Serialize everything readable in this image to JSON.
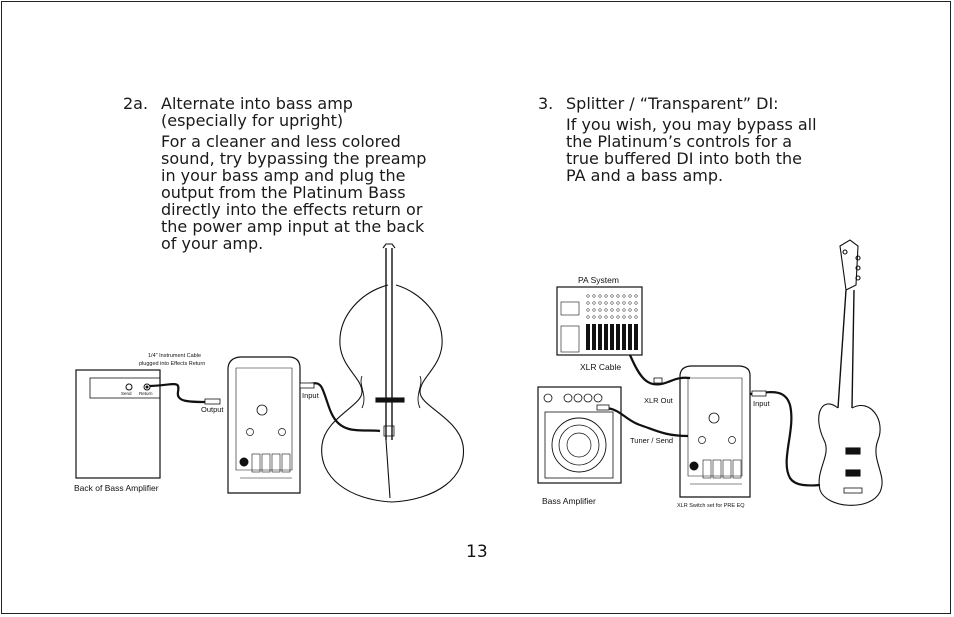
{
  "section_2a": {
    "number": "2a.",
    "heading": "Alternate into bass amp (especially for upright)",
    "body": "For a cleaner and less colored sound, try bypassing the preamp in your bass amp and plug the output from the Platinum Bass directly into the effects return or the power amp input at the back of your amp."
  },
  "section_3": {
    "number": "3.",
    "heading": "Splitter / “Transparent” DI:",
    "body": "If you wish, you may bypass all the Platinum’s controls for a true buffered DI into both the PA and a bass amp."
  },
  "diagram_left": {
    "cable_note_line1": "1/4\" Instrument Cable",
    "cable_note_line2": "plugged into Effects Return",
    "send_label": "Send",
    "return_label": "Return",
    "output_label": "Output",
    "input_label": "Input",
    "amp_caption": "Back of Bass Amplifier"
  },
  "diagram_right": {
    "pa_label": "PA System",
    "xlr_cable_label": "XLR Cable",
    "xlr_out_label": "XLR Out",
    "input_label": "Input",
    "tuner_send_label": "Tuner / Send",
    "amp_caption": "Bass Amplifier",
    "xlr_switch_note": "XLR Switch set for PRE EQ"
  },
  "page_number": "13"
}
